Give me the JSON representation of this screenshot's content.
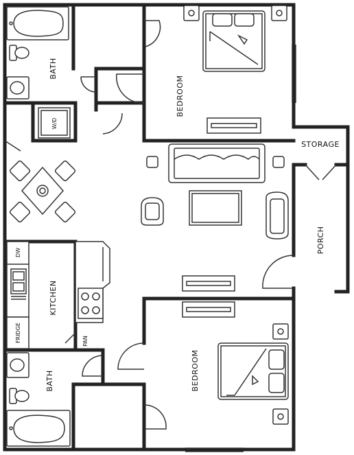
{
  "rooms": {
    "bath_top": "BATH",
    "bedroom_top": "BEDROOM",
    "wd": "W/D",
    "storage": "STORAGE",
    "porch": "PORCH",
    "dw": "DW",
    "kitchen": "KITCHEN",
    "fridge": "FRIDGE",
    "pan": "PAN",
    "bath_bottom": "BATH",
    "bedroom_bottom": "BEDROOM"
  }
}
